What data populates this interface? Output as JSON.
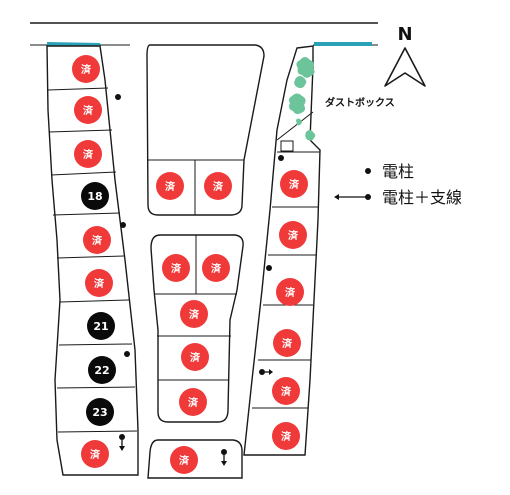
{
  "colors": {
    "sold": "#f03a3a",
    "available": "#0a0a0a",
    "water": "#2aa1b6",
    "greenery": "#6cc49a",
    "line": "#1a1a1a"
  },
  "icons": {
    "north": "north-arrow-icon",
    "pole": "utility-pole-icon",
    "pole_stay": "utility-pole-with-guy-wire-icon",
    "greenery": "shrub-icon"
  },
  "compass": {
    "label": "N"
  },
  "dust_box": {
    "label": "ダストボックス"
  },
  "legend": {
    "pole_label": "電柱",
    "pole_stay_label": "電柱＋支線"
  },
  "lots": {
    "west": [
      "済",
      "済",
      "済",
      "18",
      "済",
      "済",
      "21",
      "22",
      "23",
      "済"
    ],
    "top_center": [
      "済",
      "済"
    ],
    "middle_pair": [
      "済",
      "済"
    ],
    "middle_column": [
      "済",
      "済",
      "済"
    ],
    "east": [
      "済",
      "済",
      "済",
      "済",
      "済",
      "済"
    ],
    "bottom": [
      "済"
    ]
  }
}
